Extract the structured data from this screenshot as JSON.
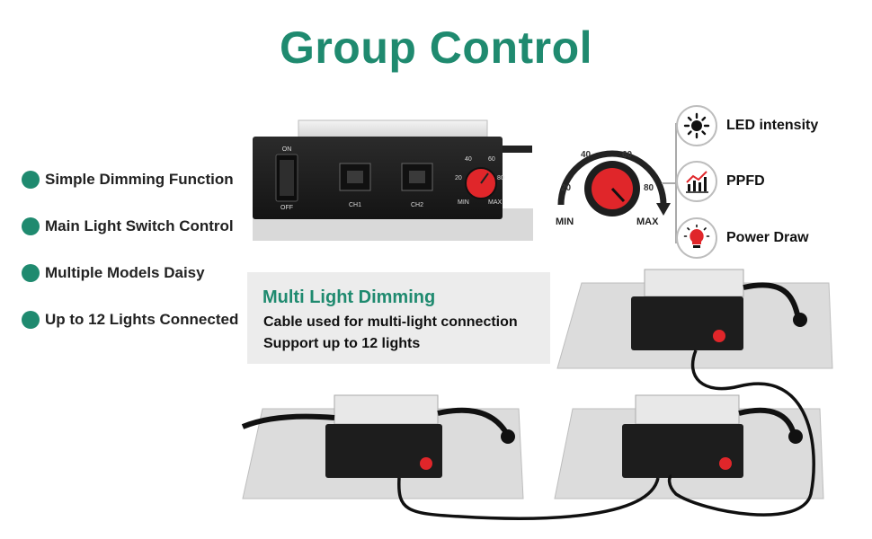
{
  "title": "Group Control",
  "features": [
    {
      "label": "Simple Dimming Function"
    },
    {
      "label": "Main Light Switch Control"
    },
    {
      "label": "Multiple Models Daisy"
    },
    {
      "label": "Up to 12 Lights Connected"
    }
  ],
  "control_box": {
    "switch_on": "ON",
    "switch_off": "OFF",
    "ports": [
      "CH1",
      "CH2"
    ],
    "dial_ticks": [
      "20",
      "40",
      "60",
      "80"
    ],
    "dial_min": "MIN",
    "dial_max": "MAX"
  },
  "large_dial": {
    "ticks": [
      "20",
      "40",
      "60",
      "80"
    ],
    "min_label": "MIN",
    "max_label": "MAX"
  },
  "dimming_effects": [
    {
      "label": "LED intensity",
      "icon": "sun-icon"
    },
    {
      "label": "PPFD",
      "icon": "chart-icon"
    },
    {
      "label": "Power Draw",
      "icon": "bulb-icon"
    }
  ],
  "panel": {
    "title": "Multi Light Dimming",
    "line1": "Cable used for multi-light connection",
    "line2": "Support up to 12 lights"
  },
  "colors": {
    "accent": "#1f8a6f",
    "knob_red": "#e0262a",
    "box_black": "#1d1d1d"
  }
}
